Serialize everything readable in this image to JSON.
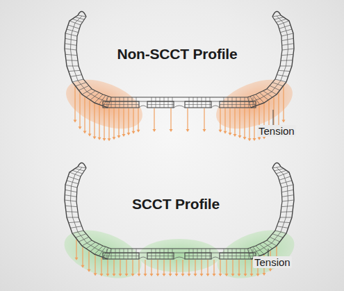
{
  "diagram": {
    "labels": [
      "Non-SCCT Profile",
      "Tension",
      "SCCT Profile",
      "Tension"
    ]
  }
}
